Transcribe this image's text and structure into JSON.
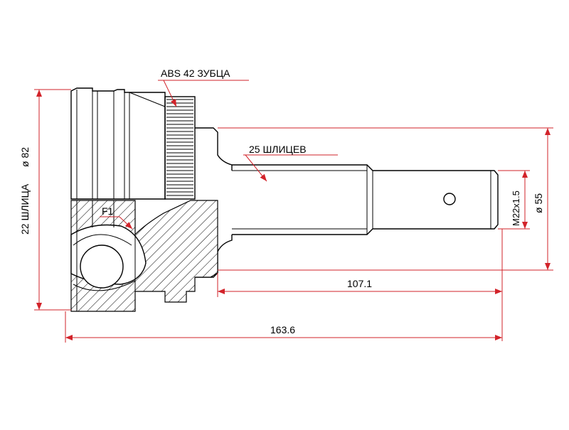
{
  "labels": {
    "abs": "ABS 42 ЗУБЦА",
    "spline_shaft": "25 ШЛИЦЕВ",
    "f1": "F1",
    "spline_inner": "22 ШЛИЦА",
    "dia_outer": "ø 82",
    "dia_shoulder": "ø 55",
    "thread": "M22x1.5",
    "len_shaft": "107.1",
    "len_total": "163.6"
  },
  "colors": {
    "dimension": "#d2232a",
    "outline": "#000000",
    "background": "#ffffff"
  }
}
